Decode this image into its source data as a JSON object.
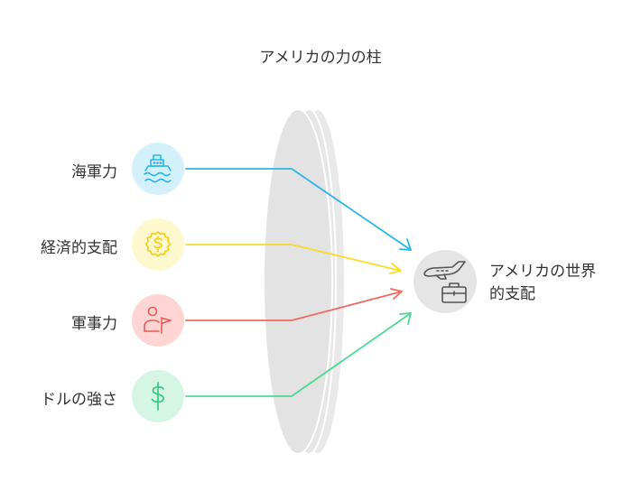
{
  "title": "アメリカの力の柱",
  "pillars": [
    {
      "label": "海軍力",
      "icon": "ship-icon",
      "fill": "#d4f1fb",
      "stroke": "#29b6e8",
      "line": "#29b6e8"
    },
    {
      "label": "経済的支配",
      "icon": "coin-icon",
      "fill": "#fef8cf",
      "stroke": "#f2cc0c",
      "line": "#f7dc2a"
    },
    {
      "label": "軍事力",
      "icon": "soldier-flag-icon",
      "fill": "#fdd5d2",
      "stroke": "#e95b55",
      "line": "#ee6b63"
    },
    {
      "label": "ドルの強さ",
      "icon": "dollar-icon",
      "fill": "#d6f6e5",
      "stroke": "#3dcc85",
      "line": "#4cd992"
    }
  ],
  "outcome": {
    "line1": "アメリカの世界",
    "line2": "的支配",
    "icon": "plane-briefcase-icon",
    "fill": "#e5e5e5",
    "stroke": "#555555"
  },
  "lens_color": "#e3e3e3"
}
